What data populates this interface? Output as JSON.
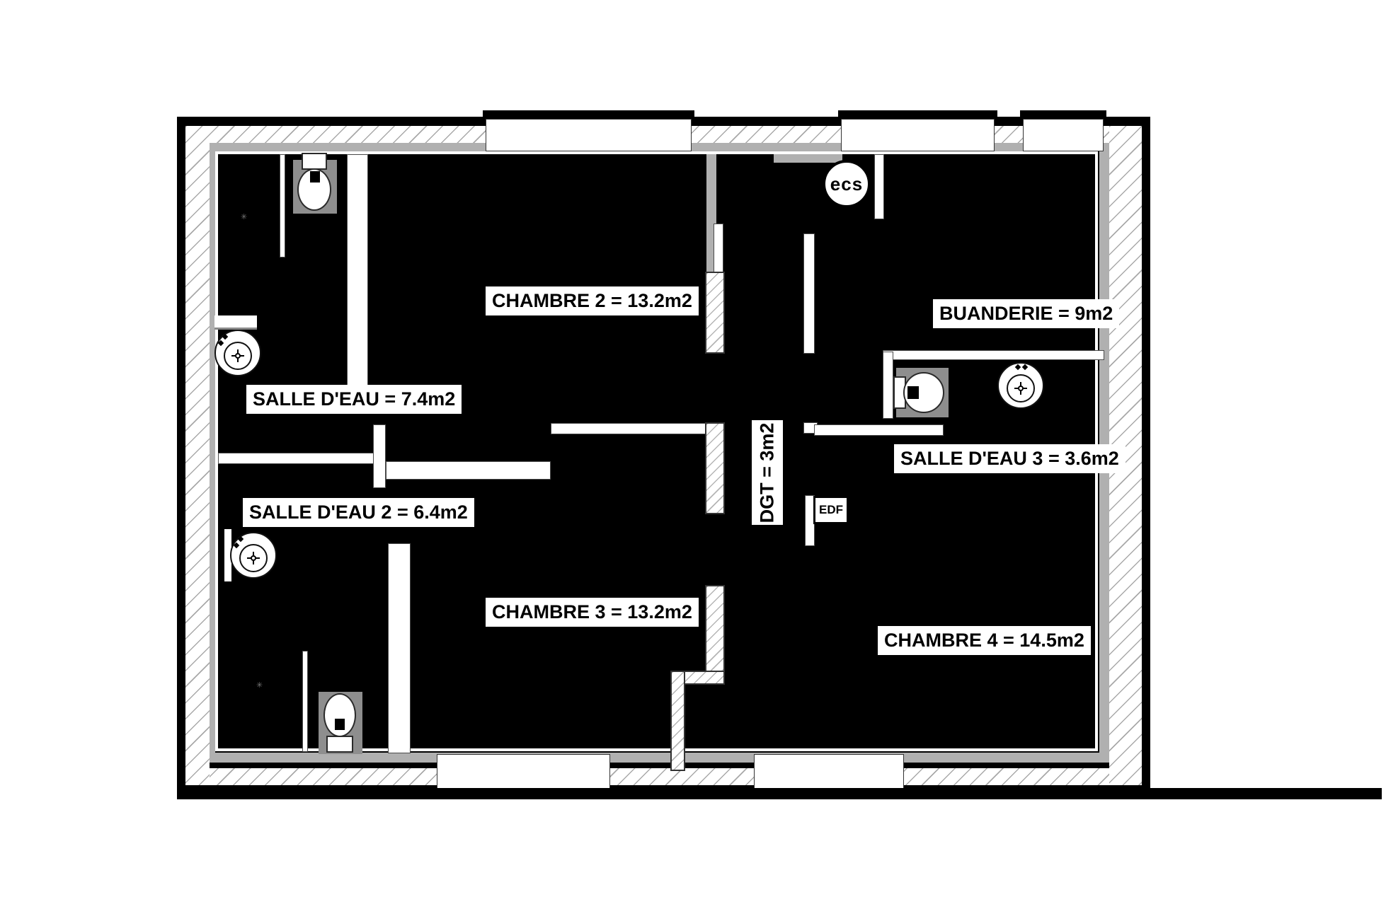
{
  "labels": {
    "salle_deau": "SALLE D'EAU = 7.4m2",
    "salle_deau_2": "SALLE D'EAU 2 = 6.4m2",
    "salle_deau_3": "SALLE D'EAU 3 = 3.6m2",
    "chambre_2": "CHAMBRE 2 = 13.2m2",
    "chambre_3": "CHAMBRE 3 = 13.2m2",
    "chambre_4": "CHAMBRE 4 = 14.5m2",
    "buanderie": "BUANDERIE = 9m2",
    "dgt": "DGT = 3m2",
    "ecs": "ecs",
    "edf": "EDF"
  },
  "colors": {
    "wall_fill": "#000000",
    "lining_gray": "#b0b0b0",
    "hatch_line": "#a9a9a9",
    "paper": "#ffffff"
  }
}
